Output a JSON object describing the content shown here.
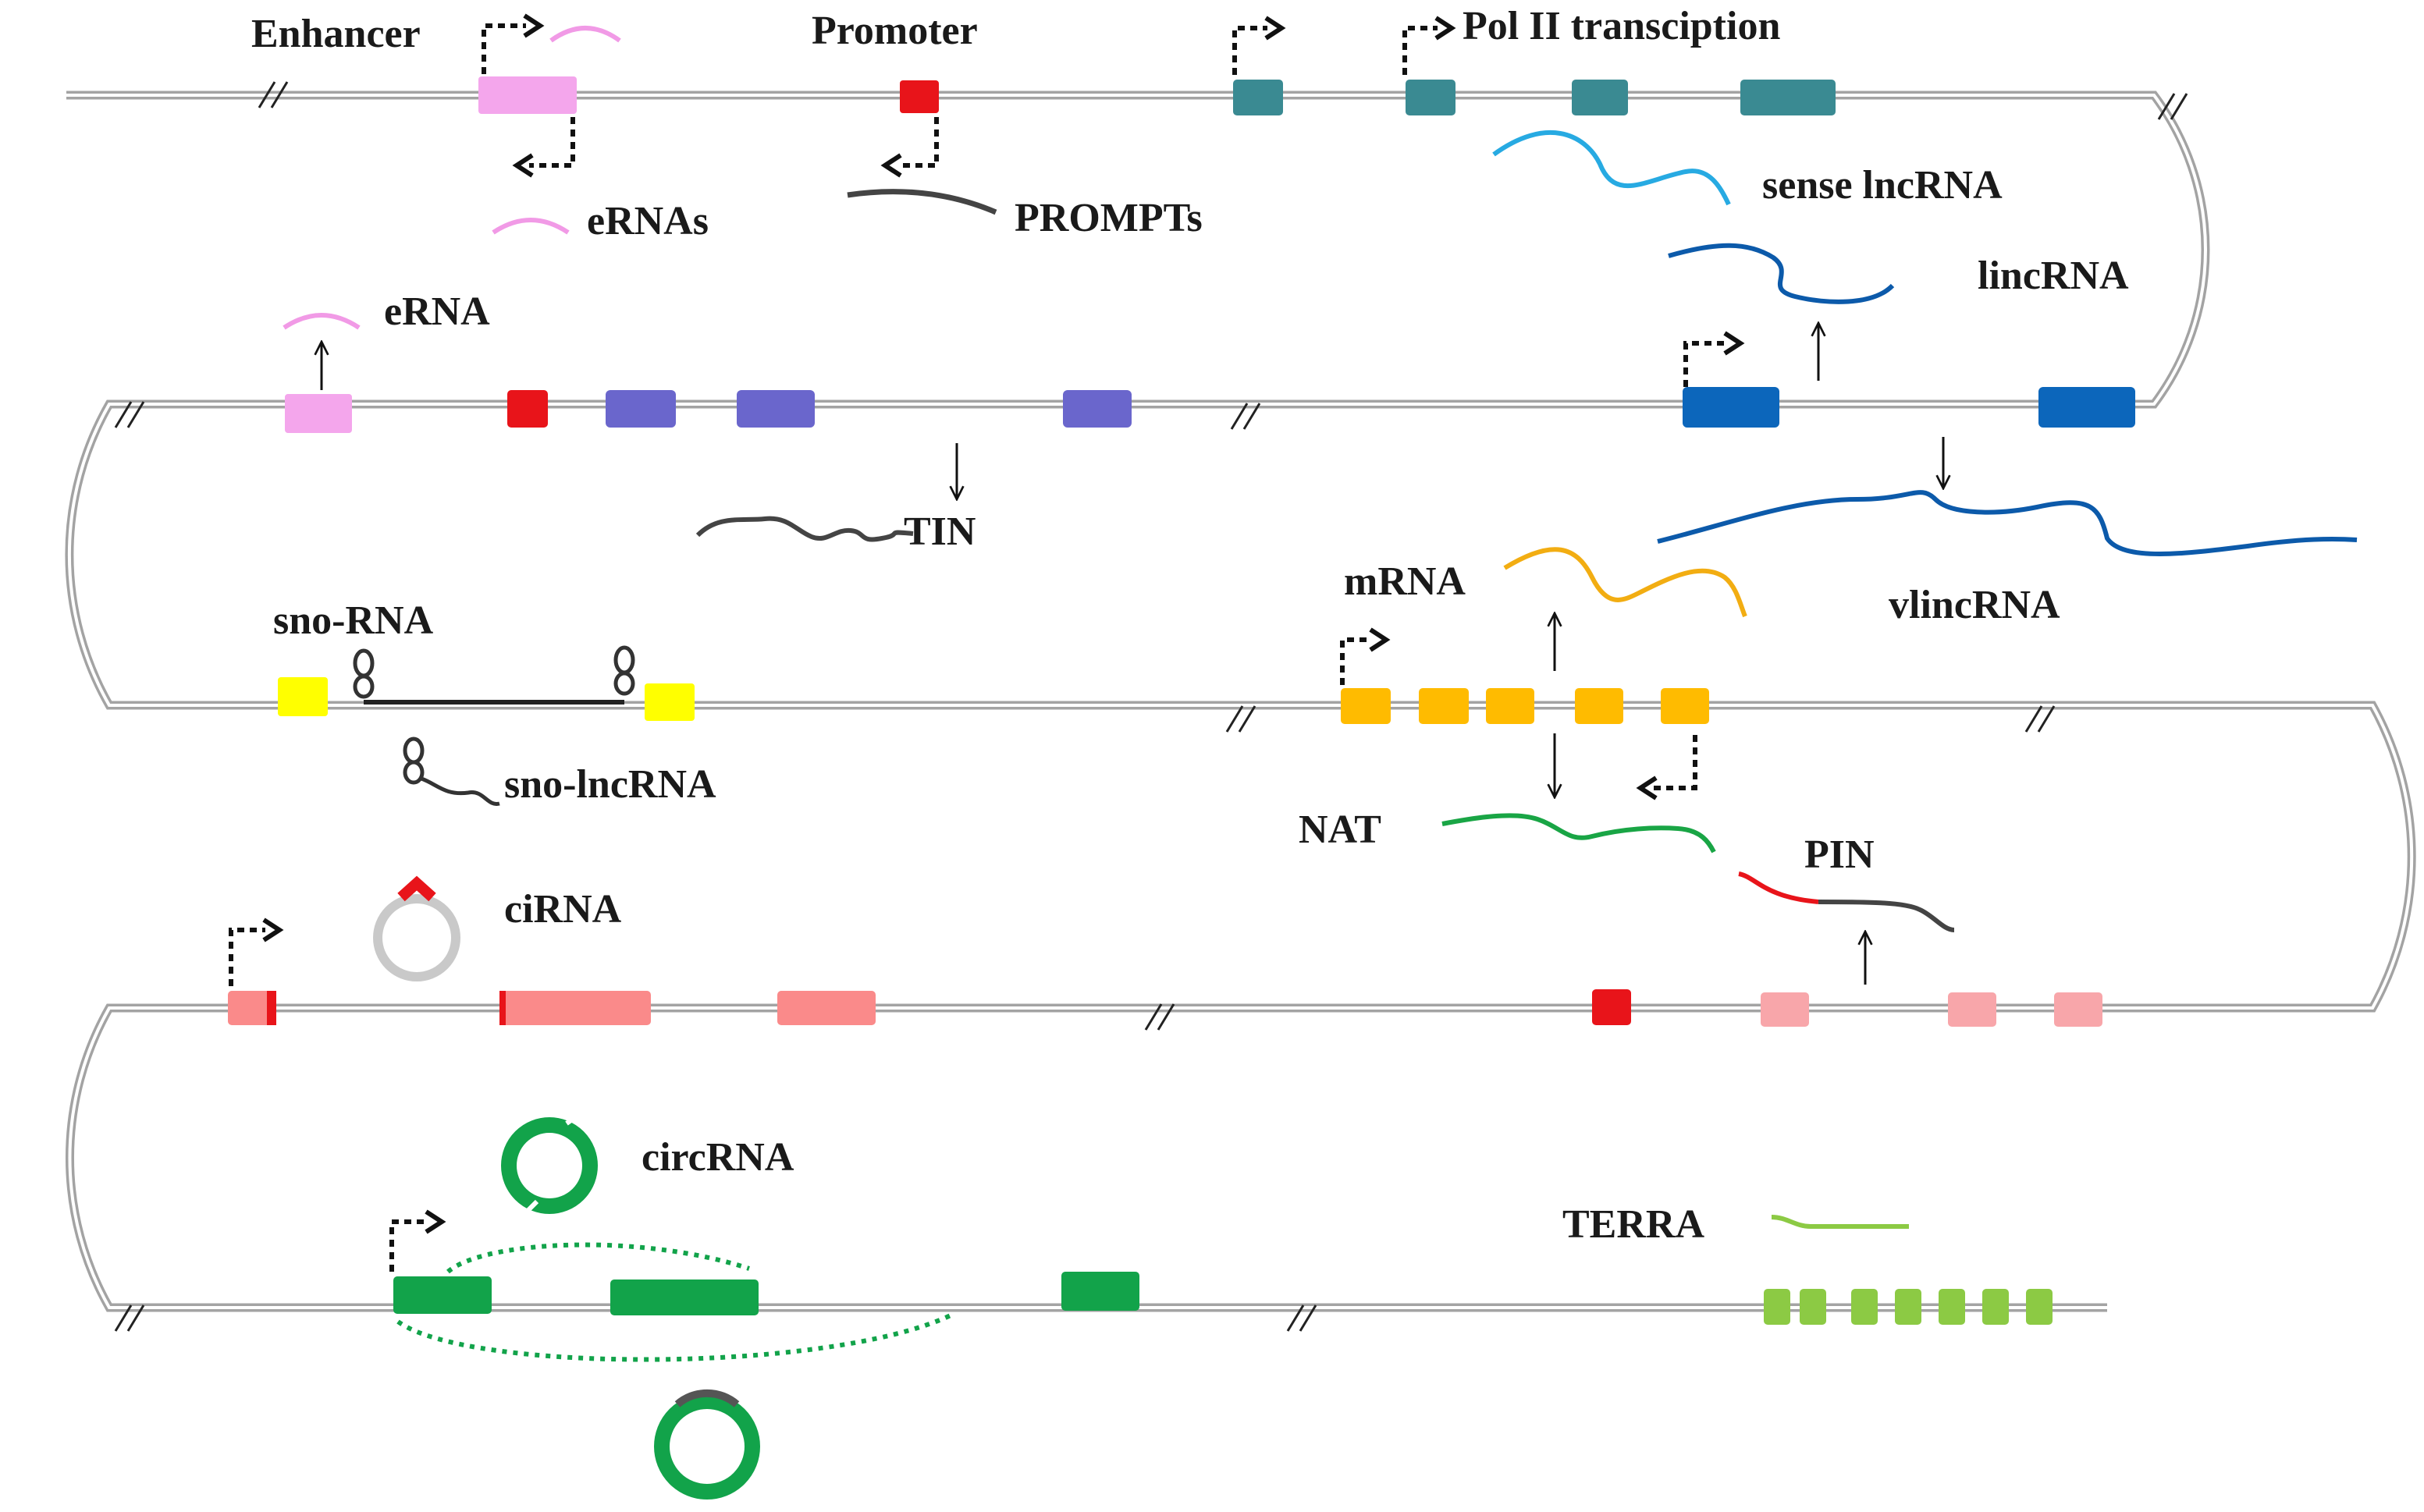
{
  "colors": {
    "chromosome": "#a8a8a8",
    "enhancer": "#f4a6ec",
    "promoter": "#e8141a",
    "polII_exon": "#3a8a92",
    "tin_exon": "#6a66cc",
    "lincrna_exon": "#0c66bb",
    "sense_lncrna": "#27aae2",
    "lincrna": "#0c5aaa",
    "sno_exon": "#ffff00",
    "mrna_exon": "#ffbb00",
    "mrna": "#f2ad12",
    "nat": "#19a545",
    "ci_exon": "#fa8a8a",
    "pin_exon": "#f8a6aa",
    "circ_exon": "#12a34a",
    "terra": "#8cca44",
    "grey_rna": "#444444",
    "ci_ring": "#c9c9c9"
  },
  "labels": {
    "enhancer": "Enhancer",
    "promoter": "Promoter",
    "pol_ii": "Pol II transciption",
    "ernas": "eRNAs",
    "prompts": "PROMPTs",
    "sense_lncrna": "sense lncRNA",
    "lincrna": "lincRNA",
    "erna": "eRNA",
    "tin": "TIN",
    "mrna": "mRNA",
    "vlincrna": "vlincRNA",
    "sno_rna": "sno-RNA",
    "sno_lncrna": "sno-lncRNA",
    "nat": "NAT",
    "pin": "PIN",
    "cirna": "ciRNA",
    "circrna": "circRNA",
    "terra": "TERRA"
  }
}
